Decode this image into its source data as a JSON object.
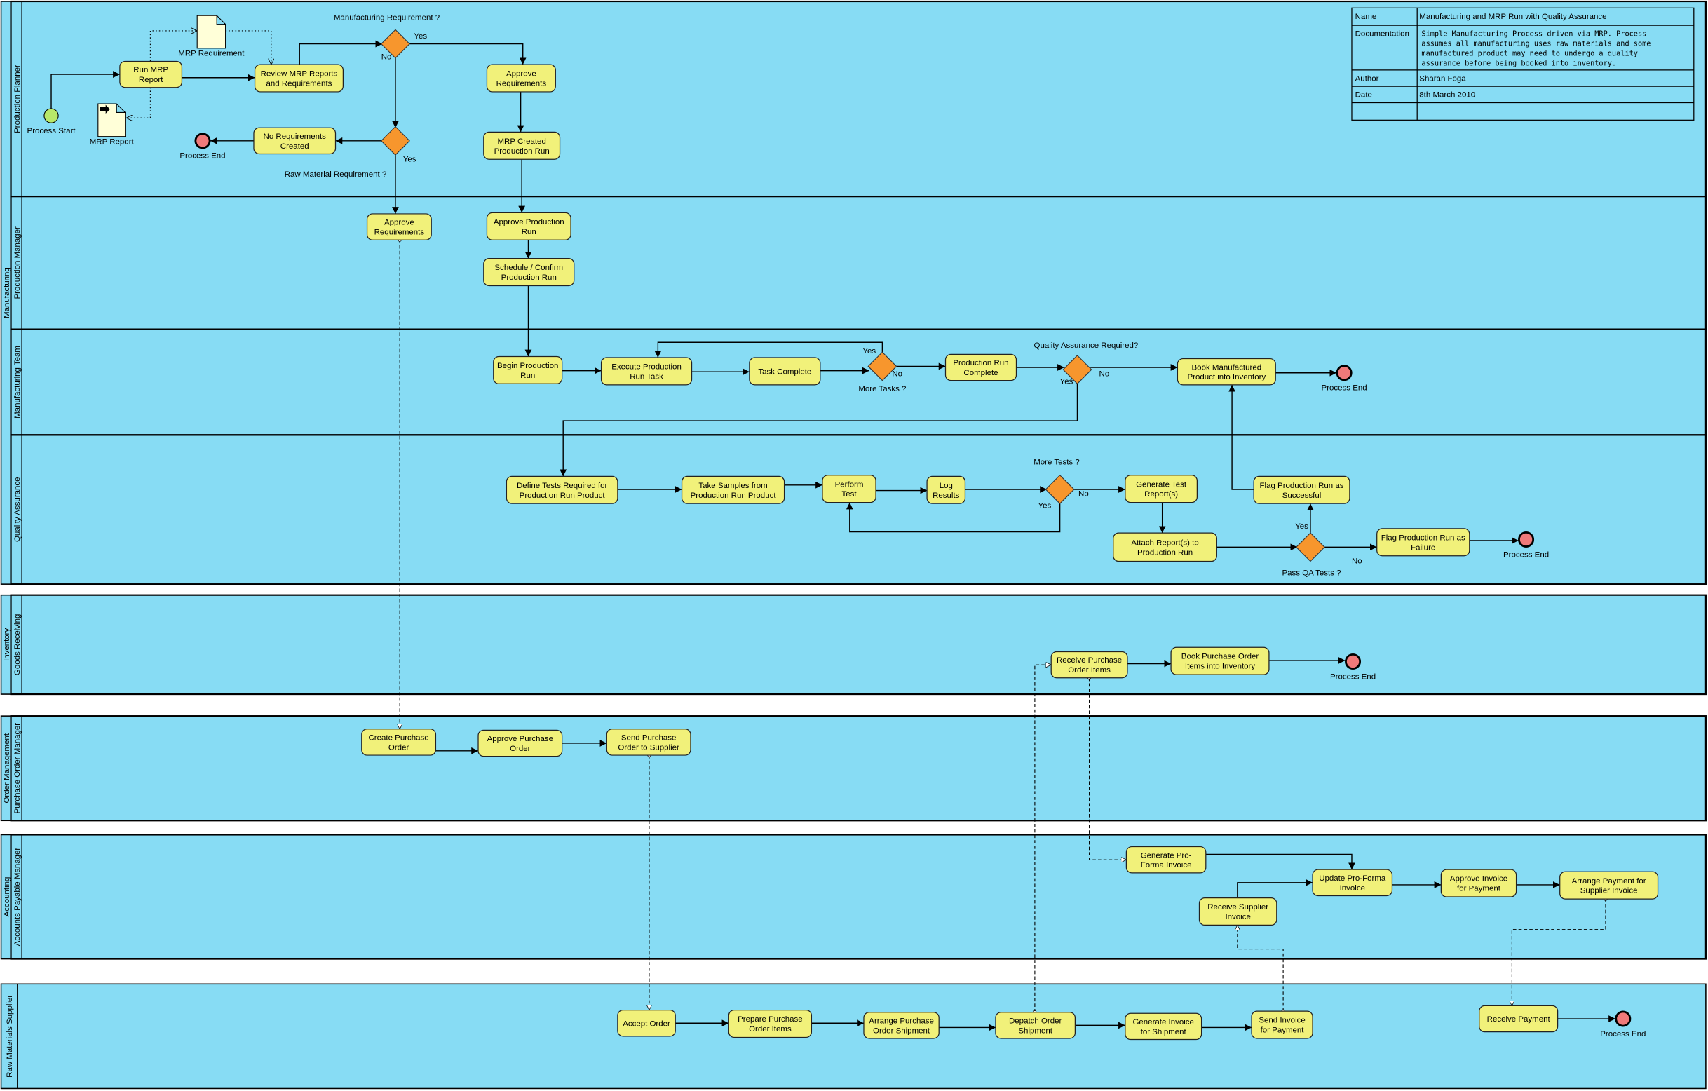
{
  "doc_table": {
    "rows": [
      {
        "key": "Name",
        "value": [
          "Manufacturing and MRP Run with Quality Assurance"
        ]
      },
      {
        "key": "Documentation",
        "value": [
          "Simple Manufacturing Process driven via MRP. Process",
          "assumes all manufacturing uses raw materials and some",
          "manufactured product may need to undergo a quality",
          "assurance before being booked into inventory."
        ]
      },
      {
        "key": "Author",
        "value": [
          "Sharan Foga"
        ]
      },
      {
        "key": "Date",
        "value": [
          "8th March 2010"
        ]
      },
      {
        "key": "",
        "value": [
          ""
        ]
      }
    ]
  },
  "pools": {
    "manufacturing": {
      "name": "Manufacturing",
      "lanes": [
        "Production Planner",
        "Production Manager",
        "Manufacturing Team",
        "Quality Assurance"
      ]
    },
    "inventory": {
      "name": "Inventory",
      "lanes": [
        "Goods Receiving"
      ]
    },
    "order_management": {
      "name": "Order Management",
      "lanes": [
        "Purchase Order Manager"
      ]
    },
    "accounting": {
      "name": "Accounting",
      "lanes": [
        "Accounts Payable Manager"
      ]
    },
    "supplier": {
      "name": "Raw Materials Supplier",
      "lanes": []
    }
  },
  "tasks": {
    "run_mrp": [
      "Run MRP",
      "Report"
    ],
    "review_mrp": [
      "Review MRP Reports",
      "and Requirements"
    ],
    "approve_req_pp": [
      "Approve",
      "Requirements"
    ],
    "mrp_created": [
      "MRP Created",
      "Production Run"
    ],
    "no_req": [
      "No Requirements",
      "Created"
    ],
    "approve_req_pm": [
      "Approve",
      "Requirements"
    ],
    "approve_prod": [
      "Approve Production",
      "Run"
    ],
    "schedule": [
      "Schedule / Confirm",
      "Production Run"
    ],
    "begin": [
      "Begin Production",
      "Run"
    ],
    "execute": [
      "Execute Production",
      "Run Task"
    ],
    "task_complete": [
      "Task Complete"
    ],
    "prod_complete": [
      "Production Run",
      "Complete"
    ],
    "book_manufactured": [
      "Book Manufactured",
      "Product into Inventory"
    ],
    "define_tests": [
      "Define Tests Required for",
      "Production Run Product"
    ],
    "take_samples": [
      "Take Samples from",
      "Production Run Product"
    ],
    "perform_test": [
      "Perform",
      "Test"
    ],
    "log_results": [
      "Log",
      "Results"
    ],
    "generate_report": [
      "Generate Test",
      "Report(s)"
    ],
    "flag_success": [
      "Flag Production Run as",
      "Successful"
    ],
    "attach_report": [
      "Attach Report(s) to",
      "Production Run"
    ],
    "flag_failure": [
      "Flag Production Run as",
      "Failure"
    ],
    "receive_po_items": [
      "Receive Purchase",
      "Order Items"
    ],
    "book_po_items": [
      "Book Purchase Order",
      "Items into Inventory"
    ],
    "create_po": [
      "Create Purchase",
      "Order"
    ],
    "approve_po": [
      "Approve Purchase",
      "Order"
    ],
    "send_po": [
      "Send Purchase",
      "Order to Supplier"
    ],
    "gen_proforma": [
      "Generate Pro-",
      "Forma Invoice"
    ],
    "update_proforma": [
      "Update Pro-Forma",
      "Invoice"
    ],
    "approve_invoice": [
      "Approve Invoice",
      "for Payment"
    ],
    "arrange_payment": [
      "Arrange Payment for",
      "Supplier Invoice"
    ],
    "receive_supplier_invoice": [
      "Receive Supplier",
      "Invoice"
    ],
    "accept_order": [
      "Accept Order"
    ],
    "prepare_items": [
      "Prepare Purchase",
      "Order Items"
    ],
    "arrange_shipment": [
      "Arrange Purchase",
      "Order Shipment"
    ],
    "depatch": [
      "Depatch Order",
      "Shipment"
    ],
    "gen_invoice": [
      "Generate Invoice",
      "for Shipment"
    ],
    "send_invoice": [
      "Send Invoice",
      "for Payment"
    ],
    "receive_payment": [
      "Receive Payment"
    ]
  },
  "gateways": {
    "g1": {
      "question": "Manufacturing Requirement ?",
      "yes": "Yes",
      "no": "No"
    },
    "g2": {
      "question": "Raw Material Requirement ?",
      "yes": "Yes"
    },
    "g3": {
      "question": "More Tasks ?",
      "yes": "Yes",
      "no": "No"
    },
    "g4": {
      "question": "Quality Assurance Required?",
      "yes": "Yes",
      "no": "No"
    },
    "g5": {
      "question": "More Tests ?",
      "yes": "Yes",
      "no": "No"
    },
    "g6": {
      "question": "Pass QA Tests ?",
      "yes": "Yes",
      "no": "No"
    }
  },
  "events": {
    "start": "Process Start",
    "end1": "Process End",
    "end2": "Process End",
    "end3": "Process End",
    "end4": "Process End",
    "end5": "Process End"
  },
  "data_objects": {
    "mrp_requirement": "MRP Requirement",
    "mrp_report": "MRP Report"
  },
  "colors": {
    "lane": "#87dcf4",
    "task": "#f1f17a",
    "gateway": "#f7962d",
    "start": "#b8e86a",
    "end": "#f07a7a",
    "document": "#ffffd8"
  }
}
